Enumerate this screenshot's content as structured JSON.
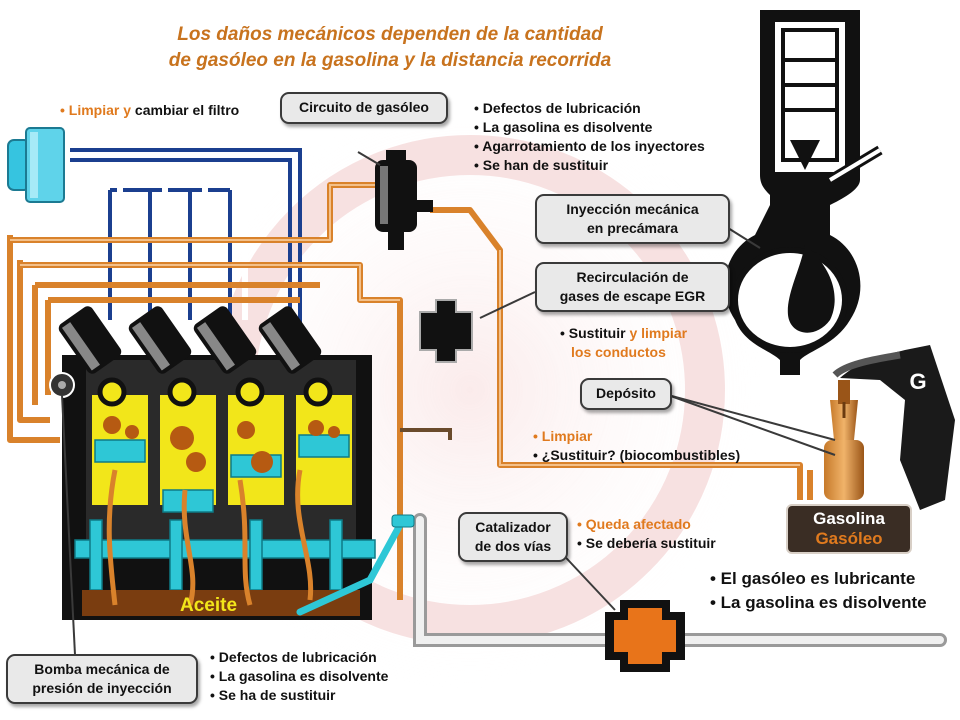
{
  "title_lines": [
    "Los daños mecánicos dependen de la cantidad",
    "de gasóleo en la gasolina y la distancia recorrida"
  ],
  "filter_note": {
    "part1": "• Limpiar y",
    "part2": " cambiar el filtro"
  },
  "callouts": {
    "diesel_circuit": "Circuito de gasóleo",
    "mechanical_injection": [
      "Inyección mecánica",
      "en precámara"
    ],
    "egr": [
      "Recirculación de",
      "gases de escape EGR"
    ],
    "tank": "Depósito",
    "catalyst": [
      "Catalizador",
      "de dos vías"
    ],
    "pump": [
      "Bomba mecánica de",
      "presión de inyección"
    ]
  },
  "lists": {
    "circuit": [
      "• Defectos de lubricación",
      "• La gasolina es disolvente",
      "• Agarrotamiento de los inyectores",
      "• Se han de sustituir"
    ],
    "egr": {
      "part1": "• Sustituir ",
      "part2": "y limpiar",
      "line2": "los conductos"
    },
    "tank": {
      "line1": "• Limpiar",
      "line2": "• ¿Sustituir? (biocombustibles)"
    },
    "catalyst": {
      "line1": "• Queda afectado",
      "line2": "• Se debería sustituir"
    },
    "pump": [
      "• Defectos de lubricación",
      "• La gasolina es disolvente",
      "• Se ha de sustituir"
    ],
    "summary": [
      "• El gasóleo es lubricante",
      "• La gasolina es disolvente"
    ]
  },
  "labels": {
    "oil": "Aceite",
    "gasoline": "Gasolina",
    "diesel": "Gasóleo",
    "nozzle_letter": "G"
  },
  "colors": {
    "accent": "#e07a1e",
    "pipe_orange": "#d9822b",
    "pipe_blue": "#1b3f8f",
    "filter_cyan": "#36c4e0",
    "cylinder_yellow": "#f2e61a",
    "oil_brown": "#7a3d10"
  }
}
